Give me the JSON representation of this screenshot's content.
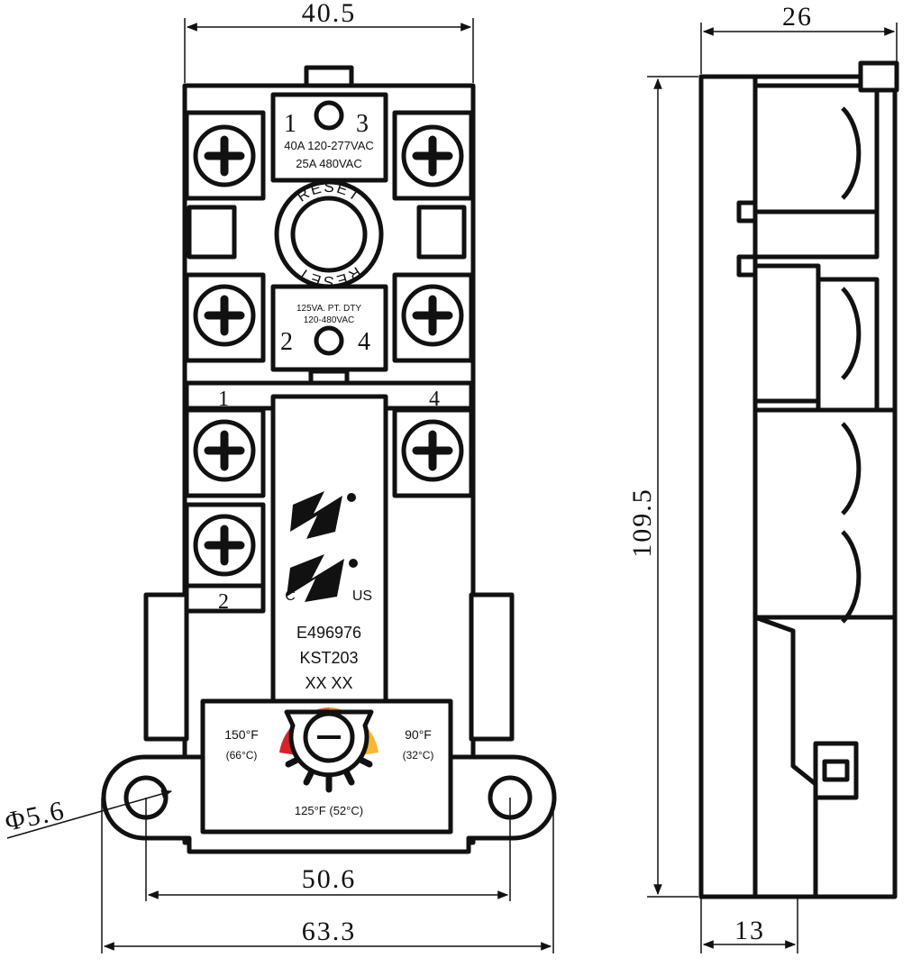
{
  "dimensions": {
    "top_width": "40.5",
    "side_depth": "26",
    "height": "109.5",
    "hole_spacing": "50.6",
    "base_width": "63.3",
    "side_base": "13",
    "hole_diameter": "Φ5.6"
  },
  "terminals": {
    "t1": "1",
    "t3": "3",
    "t2": "2",
    "t4": "4",
    "lower_1": "1",
    "lower_4": "4",
    "lower_2": "2"
  },
  "ratings": {
    "line1": "40A 120-277VAC",
    "line2": "25A 480VAC",
    "pilot1": "125VA. PT. DTY",
    "pilot2": "120-480VAC"
  },
  "reset": {
    "top": "RESET",
    "bottom": "RESET"
  },
  "marks": {
    "c": "C",
    "us": "US",
    "file_no": "E496976",
    "model": "KST203",
    "code": "XX XX"
  },
  "temps": {
    "high_f": "150°F",
    "high_c": "(66°C)",
    "low_f": "90°F",
    "low_c": "(32°C)",
    "mid": "125°F (52°C)"
  },
  "colors": {
    "line": "#111111",
    "dial_red": "#d8232a",
    "dial_orange": "#f08c1e",
    "dial_yellow": "#f7b733"
  }
}
